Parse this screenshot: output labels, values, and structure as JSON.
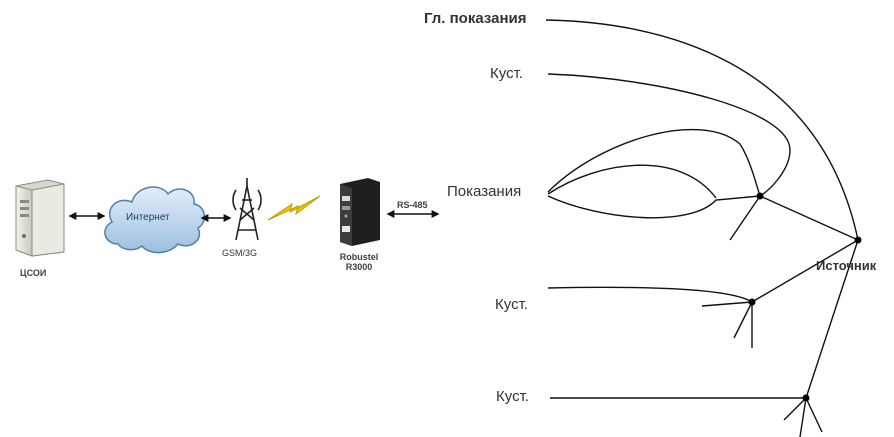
{
  "left_chain": {
    "server_label": "ЦСОИ",
    "cloud_label": "Интернет",
    "tower_label": "GSM/3G",
    "router_label_line1": "Robustel",
    "router_label_line2": "R3000",
    "bus_label": "RS-485"
  },
  "right_tree": {
    "main_reading_label": "Гл. показания",
    "bush_label_1": "Куст.",
    "readings_label": "Показания",
    "source_label": "Источник",
    "bush_label_2": "Куст.",
    "bush_label_3": "Куст."
  },
  "colors": {
    "line": "#111111",
    "cloud_fill": "#b9d4ec",
    "cloud_stroke": "#4f7fae",
    "lightning": "#f2c200",
    "router_body": "#2b2b2b",
    "server_body": "#e6e6df"
  }
}
